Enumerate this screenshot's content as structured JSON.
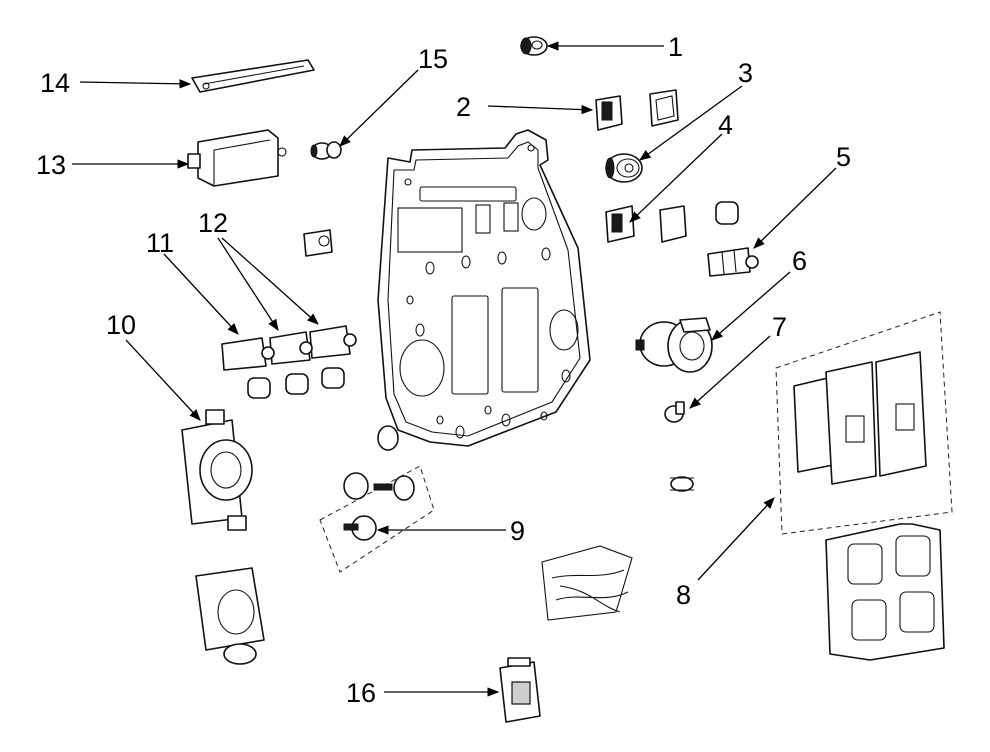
{
  "diagram": {
    "callouts": [
      {
        "id": "1",
        "label": "1"
      },
      {
        "id": "2",
        "label": "2"
      },
      {
        "id": "3",
        "label": "3"
      },
      {
        "id": "4",
        "label": "4"
      },
      {
        "id": "5",
        "label": "5"
      },
      {
        "id": "6",
        "label": "6"
      },
      {
        "id": "7",
        "label": "7"
      },
      {
        "id": "8",
        "label": "8"
      },
      {
        "id": "9",
        "label": "9"
      },
      {
        "id": "10",
        "label": "10"
      },
      {
        "id": "11",
        "label": "11"
      },
      {
        "id": "12",
        "label": "12"
      },
      {
        "id": "13",
        "label": "13"
      },
      {
        "id": "14",
        "label": "14"
      },
      {
        "id": "15",
        "label": "15"
      },
      {
        "id": "16",
        "label": "16"
      }
    ],
    "colors": {
      "line": "#111111",
      "background": "#ffffff"
    }
  }
}
